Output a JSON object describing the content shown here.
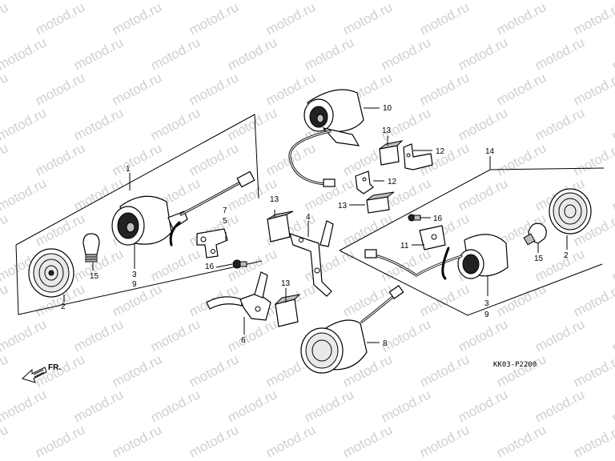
{
  "watermark": {
    "text": "motod.ru",
    "color": "#cfcfcf"
  },
  "drawing_code": "KK03-P2200",
  "direction_label": "FR.",
  "callouts": {
    "c1": "1",
    "c2a": "2",
    "c2b": "2",
    "c3a": "3",
    "c9a": "9",
    "c3b": "3",
    "c9b": "9",
    "c4": "4",
    "c5": "5",
    "c6": "6",
    "c7": "7",
    "c8": "8",
    "c10": "10",
    "c11": "11",
    "c12a": "12",
    "c12b": "12",
    "c13a": "13",
    "c13b": "13",
    "c13c": "13",
    "c13d": "13",
    "c14": "14",
    "c15a": "15",
    "c15b": "15",
    "c16a": "16",
    "c16b": "16"
  }
}
